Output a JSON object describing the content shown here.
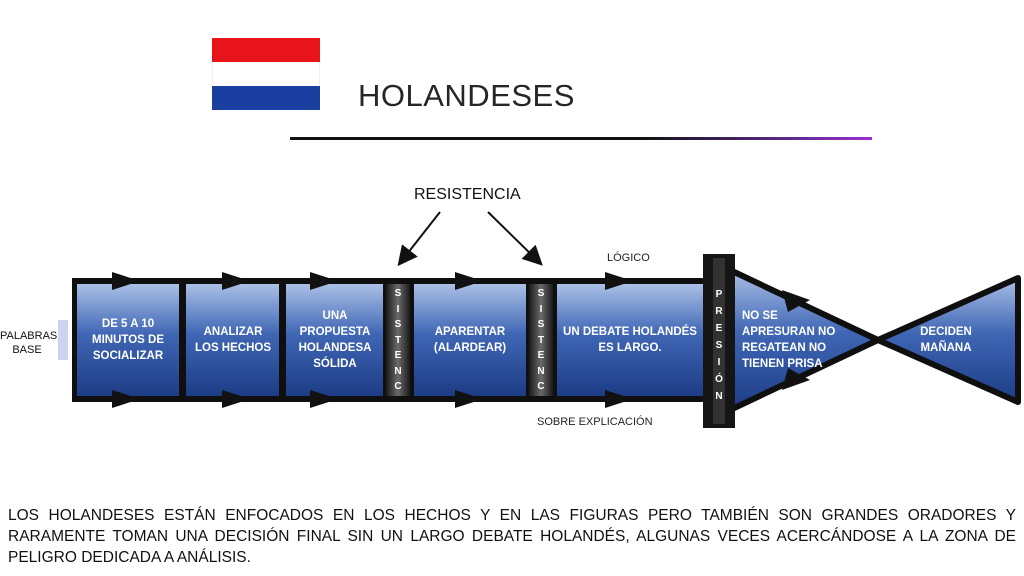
{
  "title": "HOLANDESES",
  "flag": {
    "colors": [
      "#e8141c",
      "#ffffff",
      "#1a3fa0"
    ]
  },
  "diagram": {
    "resistance_label": "RESISTENCIA",
    "logico_label": "LÓGICO",
    "sobre_label": "SOBRE EXPLICACIÓN",
    "palabras_label": "PALABRAS BASE",
    "blocks": [
      "DE 5 A 10 MINUTOS DE SOCIALIZAR",
      "ANALIZAR LOS HECHOS",
      "UNA PROPUESTA HOLANDESA SÓLIDA",
      "APARENTAR (ALARDEAR)",
      "UN DEBATE HOLANDÉS ES LARGO.",
      "NO SE APRESURAN NO REGATEAN NO TIENEN PRISA",
      "DECIDEN MAÑANA"
    ],
    "separator_1": "SISTENC",
    "separator_2": "SISTENC",
    "pressure": "PRESIÓN",
    "accent_color": "#3a5fb0"
  },
  "paragraph": "LOS HOLANDESES ESTÁN ENFOCADOS EN LOS HECHOS Y EN LAS FIGURAS PERO TAMBIÉN SON GRANDES ORADORES Y RARAMENTE TOMAN UNA DECISIÓN FINAL SIN UN LARGO DEBATE HOLANDÉS, ALGUNAS VECES ACERCÁNDOSE A LA ZONA DE PELIGRO DEDICADA A ANÁLISIS."
}
